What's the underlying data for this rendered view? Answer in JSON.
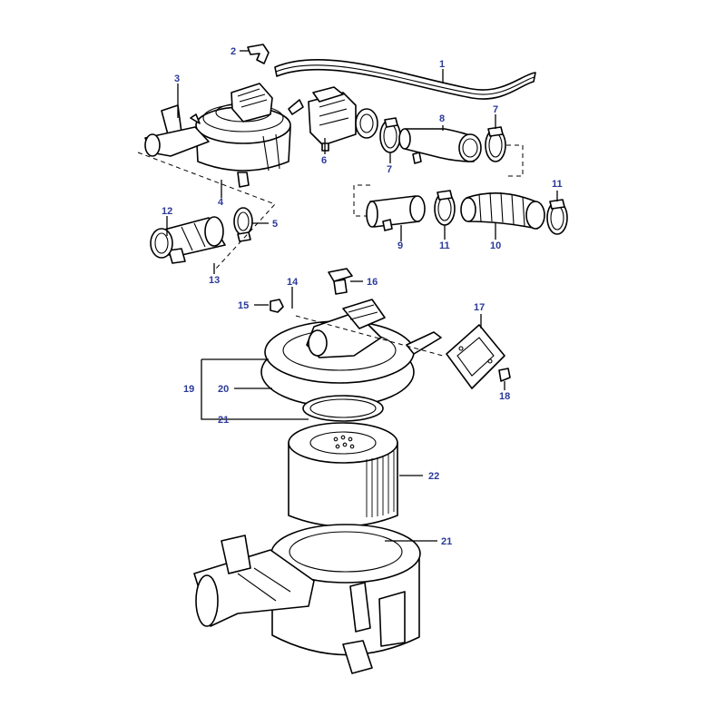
{
  "colors": {
    "callout": "#2b3a9a",
    "line": "#000000",
    "background": "#ffffff"
  },
  "callouts": {
    "c1": "1",
    "c2": "2",
    "c3": "3",
    "c4": "4",
    "c5": "5",
    "c6": "6",
    "c7a": "7",
    "c7b": "7",
    "c8": "8",
    "c9": "9",
    "c10": "10",
    "c11a": "11",
    "c11b": "11",
    "c12": "12",
    "c13": "13",
    "c14": "14",
    "c15": "15",
    "c16": "16",
    "c17": "17",
    "c18": "18",
    "c19": "19",
    "c20": "20",
    "c21a": "21",
    "c21b": "21",
    "c22": "22"
  }
}
